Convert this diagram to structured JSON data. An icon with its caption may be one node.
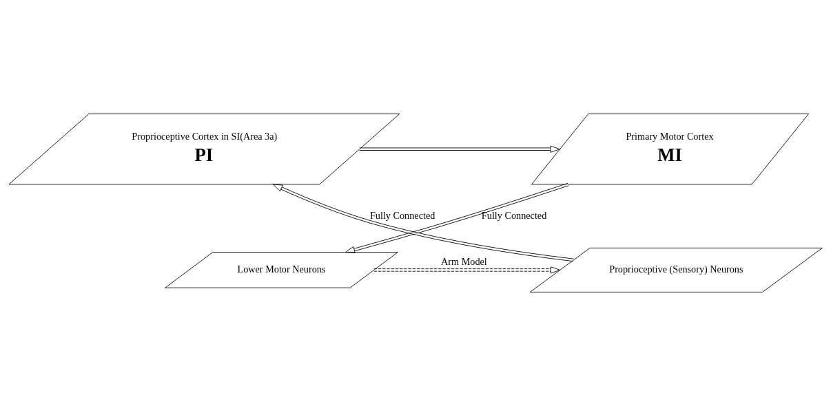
{
  "diagram": {
    "nodes": [
      {
        "text": [
          "Primary Motor Cortex",
          "MI"
        ]
      },
      {
        "text": [
          "Proprioceptive Cortex in SI(Area 3a)",
          "PI"
        ]
      },
      {
        "text": [
          "Lower Motor Neurons"
        ]
      },
      {
        "text": [
          "Proprioceptive (Sensory) Neurons"
        ]
      }
    ],
    "edges": [
      {
        "from": 1,
        "to": 0,
        "arrow": "to"
      },
      {
        "from": 0,
        "to": 2,
        "arrow": "to",
        "label": "Fully Connected"
      },
      {
        "from": 2,
        "to": 3,
        "arrow": "to",
        "label": "Arm Model",
        "style": "dashed"
      },
      {
        "from": 3,
        "to": 1,
        "arrow": "to",
        "label": "Fully Connected"
      }
    ]
  }
}
